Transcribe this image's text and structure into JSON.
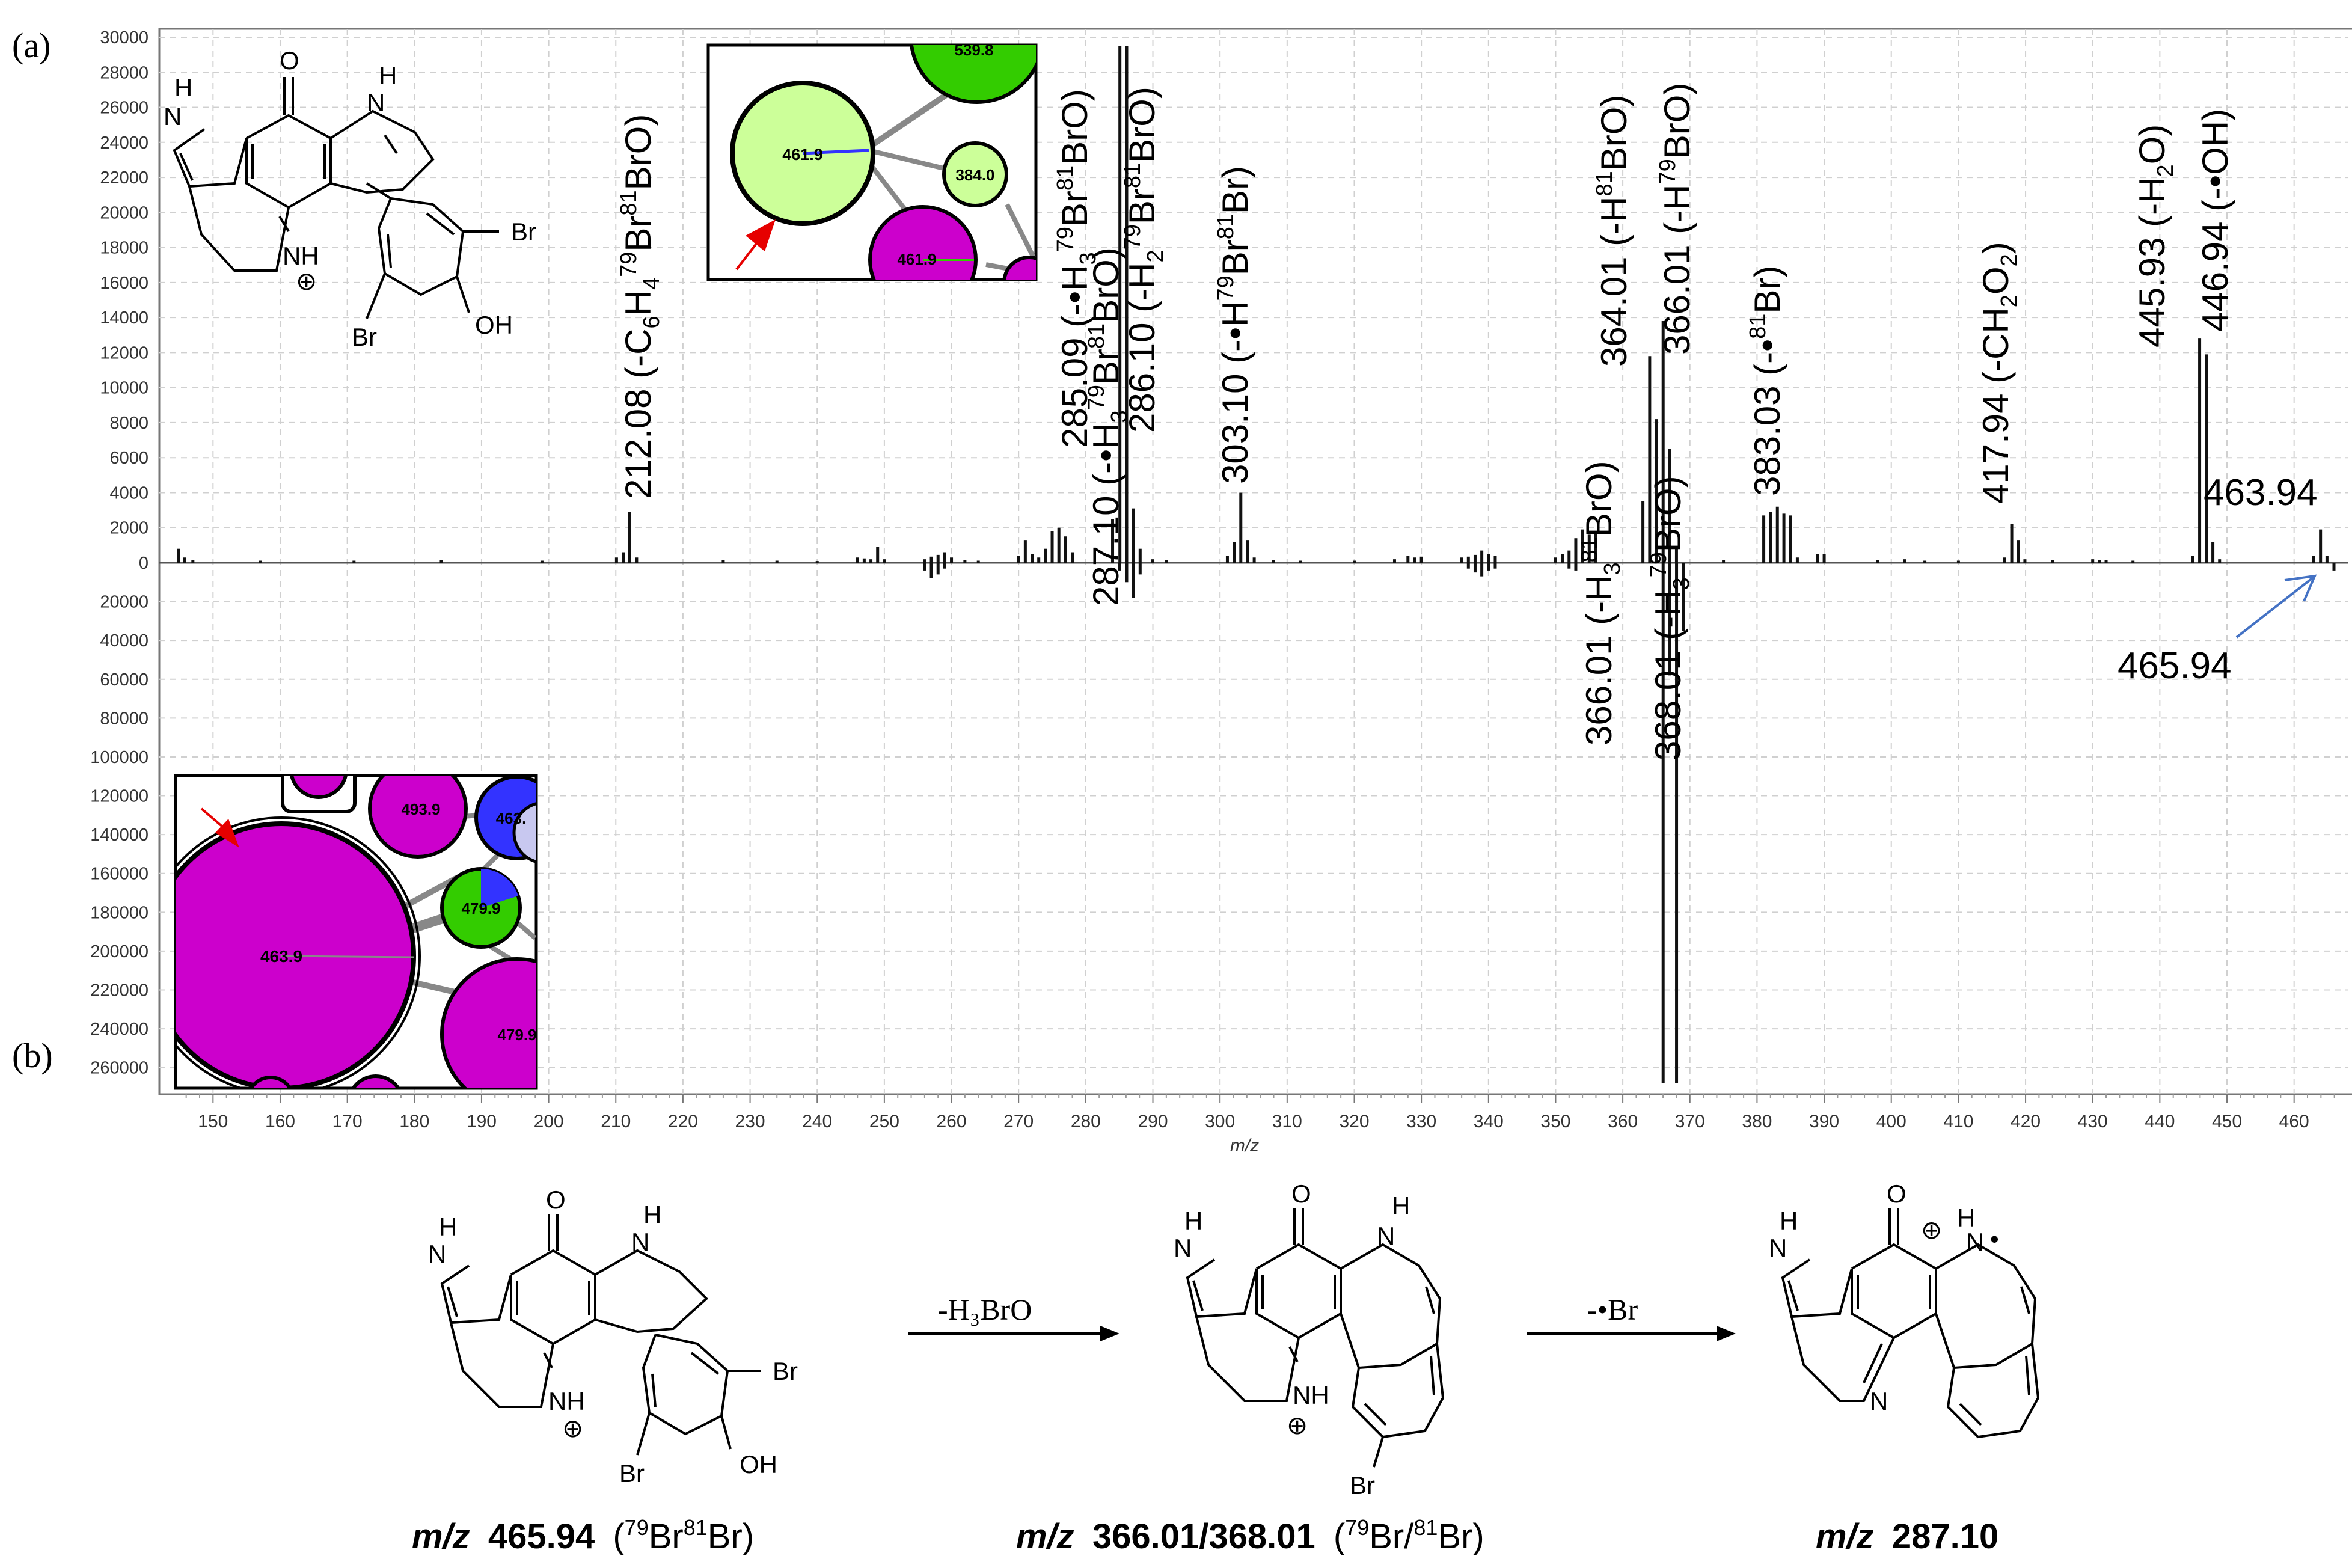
{
  "panel_a_label": "(a)",
  "panel_b_label": "(b)",
  "chart_data": {
    "type": "bar",
    "xlabel": "m/z",
    "xlim": [
      142,
      468
    ],
    "top_ylim": [
      0,
      30000
    ],
    "bottom_ylim": [
      0,
      270000
    ],
    "x_ticks": [
      150,
      160,
      170,
      180,
      190,
      200,
      210,
      220,
      230,
      240,
      250,
      260,
      270,
      280,
      290,
      300,
      310,
      320,
      330,
      340,
      350,
      360,
      370,
      380,
      390,
      400,
      410,
      420,
      430,
      440,
      450,
      460
    ],
    "top_y_ticks": [
      0,
      2000,
      4000,
      6000,
      8000,
      10000,
      12000,
      14000,
      16000,
      18000,
      20000,
      22000,
      24000,
      26000,
      28000,
      30000
    ],
    "bottom_y_ticks": [
      20000,
      40000,
      60000,
      80000,
      100000,
      120000,
      140000,
      160000,
      180000,
      200000,
      220000,
      240000,
      260000
    ],
    "grid": true,
    "top_series": [
      {
        "mz": 144.9,
        "intensity": 800
      },
      {
        "mz": 145.8,
        "intensity": 300
      },
      {
        "mz": 147.0,
        "intensity": 150
      },
      {
        "mz": 157.0,
        "intensity": 120
      },
      {
        "mz": 171.0,
        "intensity": 120
      },
      {
        "mz": 184.0,
        "intensity": 150
      },
      {
        "mz": 199.0,
        "intensity": 120
      },
      {
        "mz": 210.1,
        "intensity": 300
      },
      {
        "mz": 211.1,
        "intensity": 600
      },
      {
        "mz": 212.08,
        "intensity": 2900
      },
      {
        "mz": 213.1,
        "intensity": 300
      },
      {
        "mz": 226.0,
        "intensity": 150
      },
      {
        "mz": 234.0,
        "intensity": 120
      },
      {
        "mz": 240.0,
        "intensity": 100
      },
      {
        "mz": 246.0,
        "intensity": 300
      },
      {
        "mz": 247.0,
        "intensity": 250
      },
      {
        "mz": 248.0,
        "intensity": 200
      },
      {
        "mz": 249.0,
        "intensity": 900
      },
      {
        "mz": 250.0,
        "intensity": 200
      },
      {
        "mz": 256.0,
        "intensity": 200
      },
      {
        "mz": 257.0,
        "intensity": 350
      },
      {
        "mz": 258.0,
        "intensity": 450
      },
      {
        "mz": 259.0,
        "intensity": 600
      },
      {
        "mz": 260.0,
        "intensity": 300
      },
      {
        "mz": 262.0,
        "intensity": 150
      },
      {
        "mz": 264.0,
        "intensity": 120
      },
      {
        "mz": 270.0,
        "intensity": 400
      },
      {
        "mz": 271.0,
        "intensity": 1300
      },
      {
        "mz": 272.0,
        "intensity": 500
      },
      {
        "mz": 273.0,
        "intensity": 300
      },
      {
        "mz": 274.0,
        "intensity": 800
      },
      {
        "mz": 275.0,
        "intensity": 1800
      },
      {
        "mz": 276.0,
        "intensity": 2000
      },
      {
        "mz": 277.0,
        "intensity": 1500
      },
      {
        "mz": 278.0,
        "intensity": 600
      },
      {
        "mz": 284.0,
        "intensity": 2500
      },
      {
        "mz": 285.09,
        "intensity": 29500
      },
      {
        "mz": 286.1,
        "intensity": 29500
      },
      {
        "mz": 287.1,
        "intensity": 3100
      },
      {
        "mz": 288.1,
        "intensity": 800
      },
      {
        "mz": 290.0,
        "intensity": 200
      },
      {
        "mz": 292.0,
        "intensity": 150
      },
      {
        "mz": 301.1,
        "intensity": 400
      },
      {
        "mz": 302.1,
        "intensity": 1200
      },
      {
        "mz": 303.1,
        "intensity": 4000
      },
      {
        "mz": 304.1,
        "intensity": 1300
      },
      {
        "mz": 305.1,
        "intensity": 300
      },
      {
        "mz": 308.0,
        "intensity": 150
      },
      {
        "mz": 312.0,
        "intensity": 120
      },
      {
        "mz": 320.0,
        "intensity": 120
      },
      {
        "mz": 326.0,
        "intensity": 200
      },
      {
        "mz": 328.0,
        "intensity": 400
      },
      {
        "mz": 329.0,
        "intensity": 300
      },
      {
        "mz": 330.0,
        "intensity": 350
      },
      {
        "mz": 336.0,
        "intensity": 300
      },
      {
        "mz": 337.0,
        "intensity": 350
      },
      {
        "mz": 338.0,
        "intensity": 450
      },
      {
        "mz": 339.0,
        "intensity": 700
      },
      {
        "mz": 340.0,
        "intensity": 500
      },
      {
        "mz": 341.0,
        "intensity": 400
      },
      {
        "mz": 350.0,
        "intensity": 300
      },
      {
        "mz": 351.0,
        "intensity": 500
      },
      {
        "mz": 352.0,
        "intensity": 700
      },
      {
        "mz": 353.0,
        "intensity": 1400
      },
      {
        "mz": 354.0,
        "intensity": 1900
      },
      {
        "mz": 355.0,
        "intensity": 1600
      },
      {
        "mz": 356.0,
        "intensity": 1700
      },
      {
        "mz": 363.0,
        "intensity": 3500
      },
      {
        "mz": 364.01,
        "intensity": 11800
      },
      {
        "mz": 365.0,
        "intensity": 8200
      },
      {
        "mz": 366.01,
        "intensity": 13800
      },
      {
        "mz": 367.0,
        "intensity": 6500
      },
      {
        "mz": 368.0,
        "intensity": 800
      },
      {
        "mz": 375.0,
        "intensity": 150
      },
      {
        "mz": 381.0,
        "intensity": 2700
      },
      {
        "mz": 382.0,
        "intensity": 2900
      },
      {
        "mz": 383.03,
        "intensity": 3200
      },
      {
        "mz": 384.0,
        "intensity": 2800
      },
      {
        "mz": 385.0,
        "intensity": 2700
      },
      {
        "mz": 386.0,
        "intensity": 300
      },
      {
        "mz": 389.0,
        "intensity": 500
      },
      {
        "mz": 390.0,
        "intensity": 500
      },
      {
        "mz": 398.0,
        "intensity": 150
      },
      {
        "mz": 402.0,
        "intensity": 200
      },
      {
        "mz": 405.0,
        "intensity": 120
      },
      {
        "mz": 410.0,
        "intensity": 120
      },
      {
        "mz": 416.9,
        "intensity": 300
      },
      {
        "mz": 417.94,
        "intensity": 2200
      },
      {
        "mz": 418.9,
        "intensity": 1300
      },
      {
        "mz": 419.9,
        "intensity": 200
      },
      {
        "mz": 424.0,
        "intensity": 150
      },
      {
        "mz": 430.0,
        "intensity": 200
      },
      {
        "mz": 431.0,
        "intensity": 150
      },
      {
        "mz": 432.0,
        "intensity": 150
      },
      {
        "mz": 436.0,
        "intensity": 120
      },
      {
        "mz": 444.9,
        "intensity": 400
      },
      {
        "mz": 445.93,
        "intensity": 12800
      },
      {
        "mz": 446.94,
        "intensity": 11900
      },
      {
        "mz": 447.9,
        "intensity": 1200
      },
      {
        "mz": 448.9,
        "intensity": 200
      },
      {
        "mz": 462.9,
        "intensity": 400
      },
      {
        "mz": 463.94,
        "intensity": 1900
      },
      {
        "mz": 464.9,
        "intensity": 400
      }
    ],
    "bottom_series": [
      {
        "mz": 256.0,
        "intensity": 4000
      },
      {
        "mz": 257.0,
        "intensity": 8000
      },
      {
        "mz": 258.0,
        "intensity": 6000
      },
      {
        "mz": 259.0,
        "intensity": 3000
      },
      {
        "mz": 285.0,
        "intensity": 4000
      },
      {
        "mz": 286.1,
        "intensity": 10000
      },
      {
        "mz": 287.1,
        "intensity": 18000
      },
      {
        "mz": 288.1,
        "intensity": 6000
      },
      {
        "mz": 337.0,
        "intensity": 3000
      },
      {
        "mz": 338.0,
        "intensity": 5000
      },
      {
        "mz": 339.0,
        "intensity": 7000
      },
      {
        "mz": 340.0,
        "intensity": 4000
      },
      {
        "mz": 341.0,
        "intensity": 3000
      },
      {
        "mz": 352.0,
        "intensity": 3000
      },
      {
        "mz": 353.0,
        "intensity": 4000
      },
      {
        "mz": 366.01,
        "intensity": 268000
      },
      {
        "mz": 367.0,
        "intensity": 58000
      },
      {
        "mz": 368.01,
        "intensity": 268000
      },
      {
        "mz": 369.0,
        "intensity": 35000
      },
      {
        "mz": 465.94,
        "intensity": 4000
      }
    ],
    "top_labels": [
      {
        "mz": 212.08,
        "lines": [
          {
            "t": "212.08 (-C"
          },
          {
            "t": "6",
            "sub": true
          },
          {
            "t": "H"
          },
          {
            "t": "4",
            "sub": true
          },
          {
            "t": "79",
            "sup": true
          },
          {
            "t": "Br"
          },
          {
            "t": "81",
            "sup": true
          },
          {
            "t": "BrO)"
          }
        ]
      },
      {
        "mz": 285.09,
        "lines": [
          {
            "t": "285.09 (-•H"
          },
          {
            "t": "3",
            "sub": true
          },
          {
            "t": "79",
            "sup": true
          },
          {
            "t": "Br"
          },
          {
            "t": "81",
            "sup": true
          },
          {
            "t": "BrO)"
          }
        ]
      },
      {
        "mz": 286.1,
        "lines": [
          {
            "t": "286.10 (-H"
          },
          {
            "t": "2",
            "sub": true
          },
          {
            "t": "79",
            "sup": true
          },
          {
            "t": "Br"
          },
          {
            "t": "81",
            "sup": true
          },
          {
            "t": "BrO)"
          }
        ]
      },
      {
        "mz": 303.1,
        "lines": [
          {
            "t": "303.10 (-•H"
          },
          {
            "t": "79",
            "sup": true
          },
          {
            "t": "Br"
          },
          {
            "t": "81",
            "sup": true
          },
          {
            "t": "Br)"
          }
        ]
      },
      {
        "mz": 364.01,
        "lines": [
          {
            "t": "364.01 (-H"
          },
          {
            "t": "81",
            "sup": true
          },
          {
            "t": "BrO)"
          }
        ]
      },
      {
        "mz": 366.01,
        "lines": [
          {
            "t": "366.01 (-H"
          },
          {
            "t": "79",
            "sup": true
          },
          {
            "t": "BrO)"
          }
        ]
      },
      {
        "mz": 383.03,
        "lines": [
          {
            "t": "383.03 (-•"
          },
          {
            "t": "81",
            "sup": true
          },
          {
            "t": "Br)"
          }
        ]
      },
      {
        "mz": 417.94,
        "lines": [
          {
            "t": "417.94 (-CH"
          },
          {
            "t": "2",
            "sub": true
          },
          {
            "t": "O"
          },
          {
            "t": "2",
            "sub": true
          },
          {
            "t": ")"
          }
        ]
      },
      {
        "mz": 445.93,
        "lines": [
          {
            "t": "445.93 (-H"
          },
          {
            "t": "2",
            "sub": true
          },
          {
            "t": "O)"
          }
        ]
      },
      {
        "mz": 446.94,
        "lines": [
          {
            "t": "446.94 (-•OH)"
          }
        ]
      }
    ],
    "bottom_labels": [
      {
        "mz": 287.1,
        "lines": [
          {
            "t": "287.10 (-•H"
          },
          {
            "t": "3",
            "sub": true
          },
          {
            "t": "79",
            "sup": true
          },
          {
            "t": "Br"
          },
          {
            "t": "81",
            "sup": true
          },
          {
            "t": "BrO)"
          }
        ]
      },
      {
        "mz": 366.01,
        "lines": [
          {
            "t": "366.01 (-H"
          },
          {
            "t": "3",
            "sub": true
          },
          {
            "t": "81",
            "sup": true
          },
          {
            "t": "BrO)"
          }
        ]
      },
      {
        "mz": 368.01,
        "lines": [
          {
            "t": "368.01 (-H"
          },
          {
            "t": "3",
            "sub": true
          },
          {
            "t": "79",
            "sup": true
          },
          {
            "t": "BrO)"
          }
        ]
      }
    ],
    "annotation_463": "463.94",
    "annotation_465": "465.94"
  },
  "inset_top": {
    "nodes": [
      {
        "label": "539.8",
        "fill": "#33cc00"
      },
      {
        "label": "461.9",
        "fill": "#ccff99"
      },
      {
        "label": "384.0",
        "fill": "#ccff99"
      },
      {
        "label": "461.9",
        "fill": "#cc00cc"
      }
    ]
  },
  "inset_bottom": {
    "nodes": [
      {
        "label": "493.9",
        "fill": "#cc00cc"
      },
      {
        "label": "463.",
        "fill": "#3333ff"
      },
      {
        "label": "479.9",
        "fill": "#33cc00"
      },
      {
        "label": "463.9",
        "fill": "#cc00cc"
      },
      {
        "label": "479.9",
        "fill": "#cc00cc"
      }
    ]
  },
  "structure_top": {
    "H1": "H",
    "O": "O",
    "H2": "H",
    "N1": "N",
    "N2": "N",
    "NH": "NH",
    "plus": "⊕",
    "Br1": "Br",
    "Br2": "Br",
    "OH": "OH"
  },
  "scheme": {
    "arrow1_label": "-H₃BrO",
    "arrow2_label": "-•Br",
    "s1": {
      "H1": "H",
      "O": "O",
      "H2": "H",
      "N1": "N",
      "N2": "N",
      "NH": "NH",
      "plus": "⊕",
      "Br1": "Br",
      "Br2": "Br",
      "OH": "OH"
    },
    "s2": {
      "H1": "H",
      "O": "O",
      "H2": "H",
      "N1": "N",
      "N2": "N",
      "NH": "NH",
      "plus": "⊕",
      "Br": "Br"
    },
    "s3": {
      "H1": "H",
      "O": "O",
      "NH": "H",
      "N1": "N",
      "N2": "N",
      "N3": "N",
      "plus": "⊕",
      "dot": "•"
    },
    "caption1": {
      "mz": "m/z",
      "value": "465.94",
      "iso_open": "(",
      "iso_a": "79",
      "iso_b": "Br",
      "iso_c": "81",
      "iso_d": "Br)"
    },
    "caption2": {
      "mz": "m/z",
      "value": "366.01/368.01",
      "iso_open": "(",
      "iso_a": "79",
      "iso_b": "Br/",
      "iso_c": "81",
      "iso_d": "Br)"
    },
    "caption3": {
      "mz": "m/z",
      "value": "287.10"
    }
  }
}
